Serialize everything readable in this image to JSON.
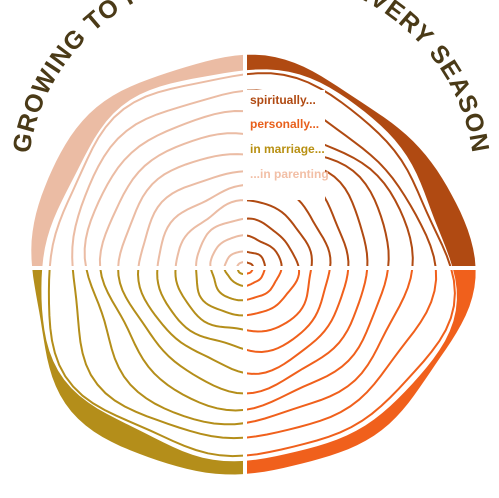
{
  "title": "GROWING TO KNOW CHRIST IN EVERY SEASON",
  "labels": [
    {
      "text": "spiritually...",
      "color": "#b04a12"
    },
    {
      "text": "personally...",
      "color": "#e8601c"
    },
    {
      "text": "in marriage...",
      "color": "#b89012"
    },
    {
      "text": "...in parenting",
      "color": "#f2bfa6"
    }
  ],
  "colors": {
    "title": "#4a3a17",
    "top_left": "#ebbca4",
    "top_right": "#b04a12",
    "bottom_left": "#b48e1a",
    "bottom_right": "#f0601c",
    "ring_line": "#ffffff"
  }
}
